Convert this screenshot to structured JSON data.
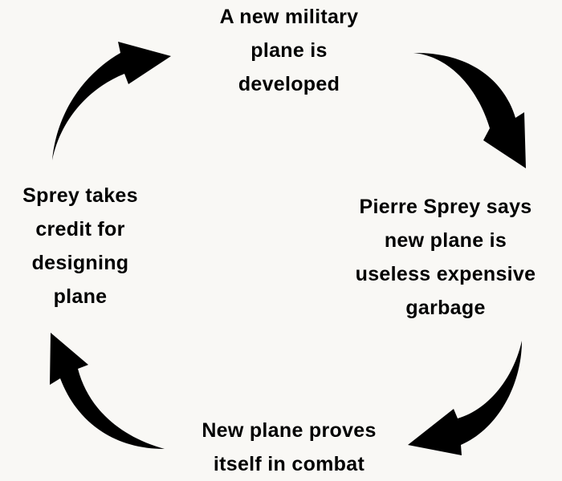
{
  "diagram": {
    "type": "cycle",
    "nodes": {
      "top": {
        "lines": [
          "A new military",
          "plane is",
          "developed"
        ]
      },
      "right": {
        "lines": [
          "Pierre Sprey says",
          "new plane is",
          "useless expensive",
          "garbage"
        ]
      },
      "bottom": {
        "lines": [
          "New plane proves",
          "itself in combat"
        ]
      },
      "left": {
        "lines": [
          "Sprey takes",
          "credit for",
          "designing",
          "plane"
        ]
      }
    },
    "arrow_color": "#000000",
    "flow": [
      "top",
      "right",
      "bottom",
      "left",
      "top"
    ]
  }
}
